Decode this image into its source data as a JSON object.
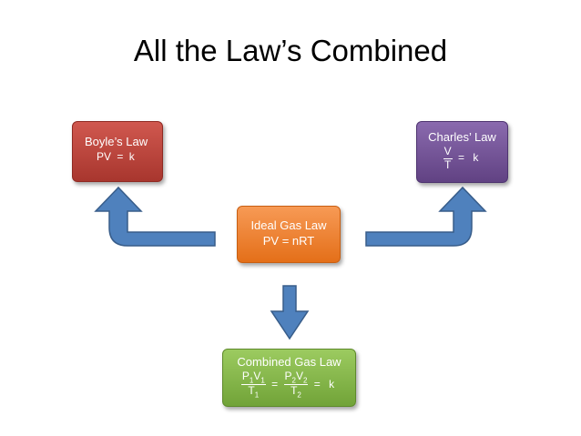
{
  "title": "All the Law’s Combined",
  "boyle": {
    "name": "Boyle’s Law",
    "formula_left": "PV",
    "formula_op": "=",
    "formula_right": "k"
  },
  "charles": {
    "name": "Charles’ Law",
    "numerator": "V",
    "denominator": "T",
    "formula_op": "=",
    "formula_right": "k"
  },
  "ideal": {
    "name": "Ideal Gas Law",
    "formula": "PV = nRT"
  },
  "combined": {
    "name": "Combined Gas Law",
    "p1": "P",
    "v1": "V",
    "t1": "T",
    "sub1": "1",
    "p2": "P",
    "v2": "V",
    "t2": "T",
    "sub2": "2",
    "formula_op": "=",
    "formula_right": "k"
  },
  "colors": {
    "arrow_fill": "#4f81bd",
    "arrow_stroke": "#385d8a",
    "boyle": "#c0504d",
    "charles": "#8064a2",
    "ideal": "#f79646",
    "combined": "#9bbb59"
  }
}
